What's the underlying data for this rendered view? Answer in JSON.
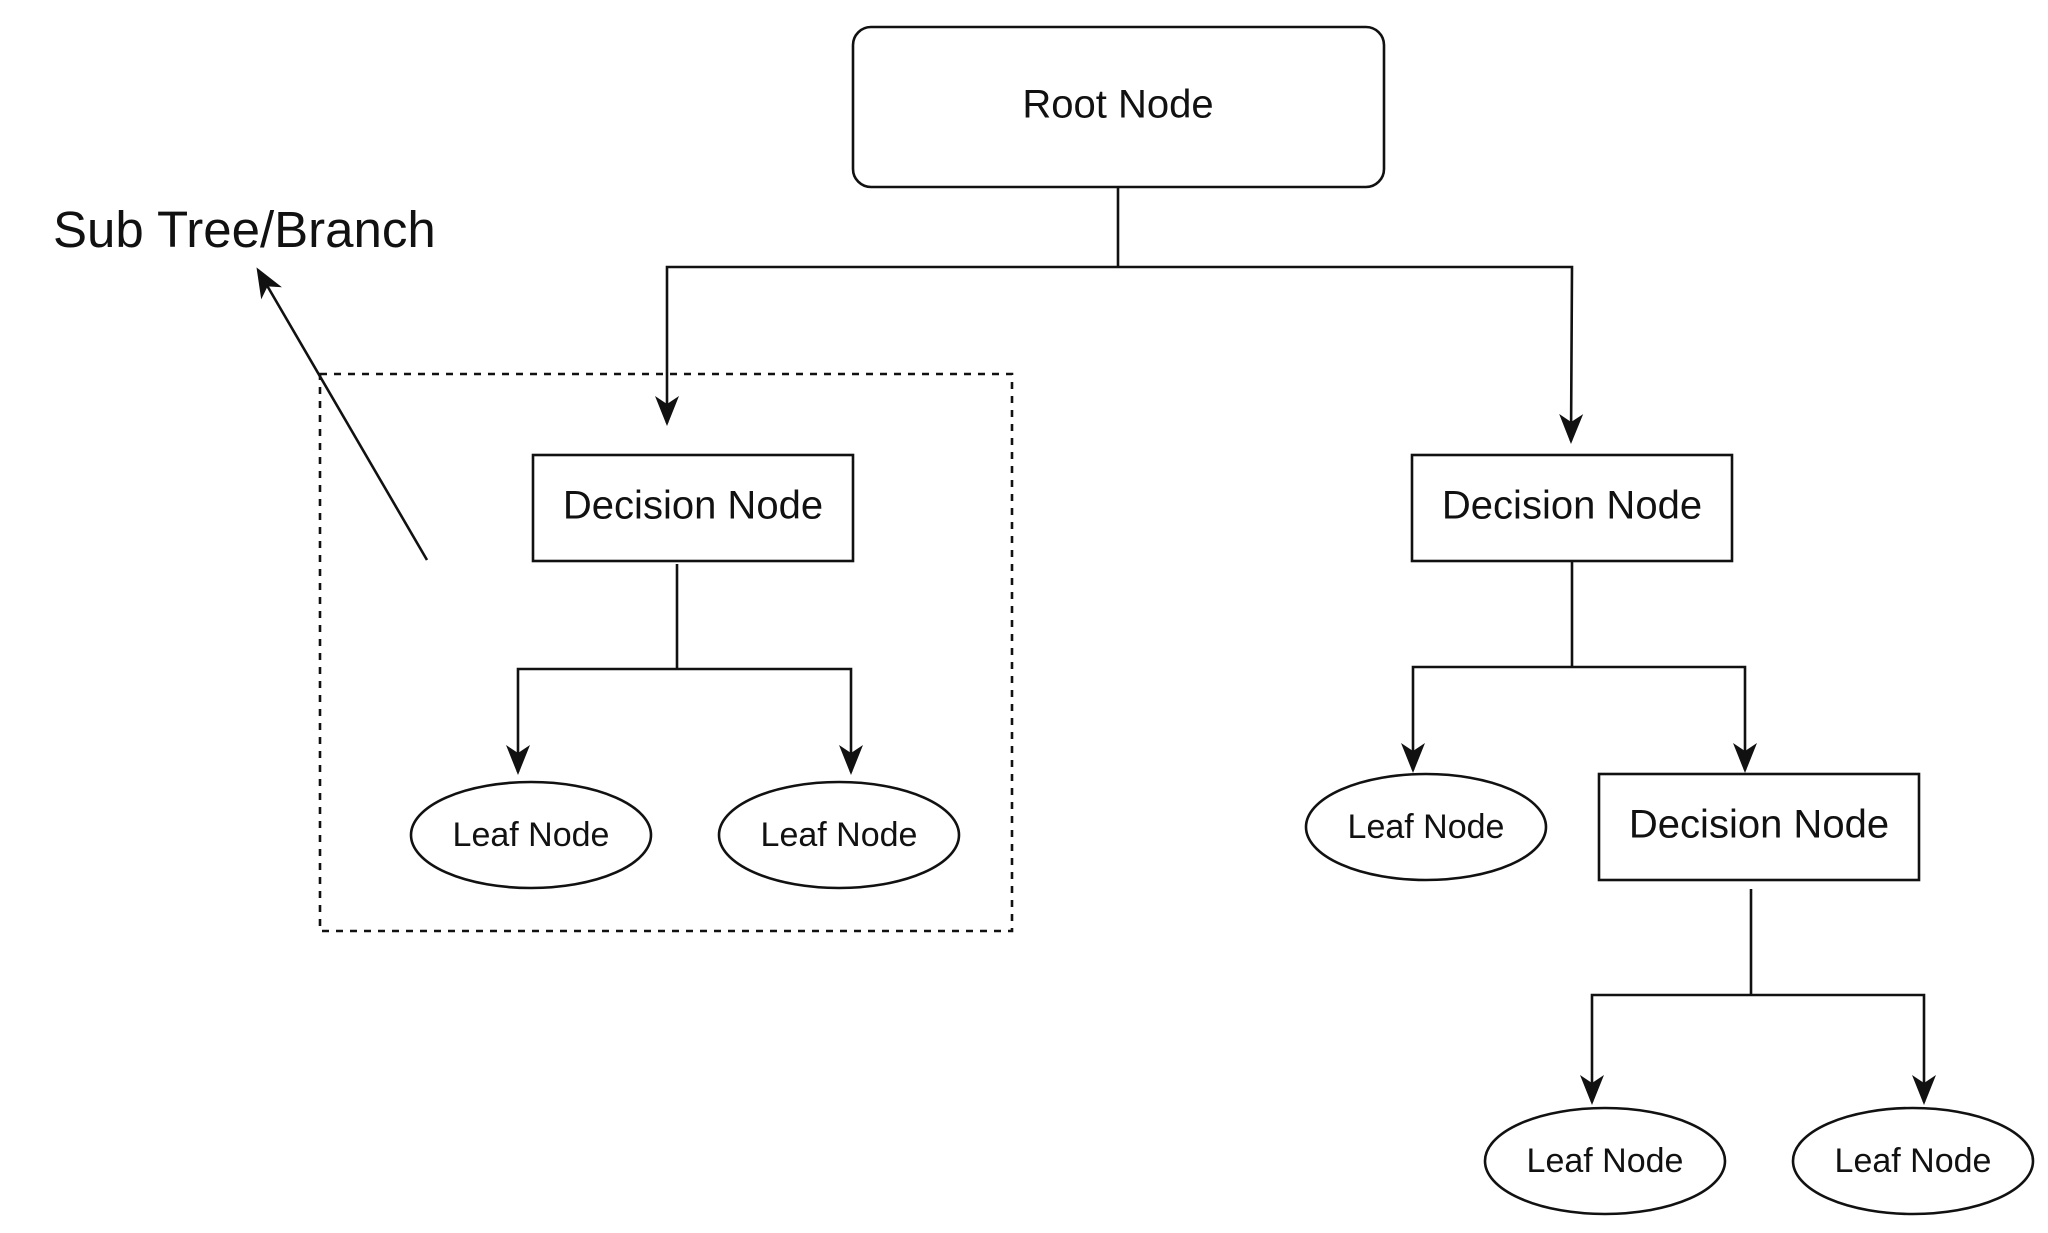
{
  "diagram": {
    "root": {
      "label": "Root Node"
    },
    "left_decision": {
      "label": "Decision Node"
    },
    "left_leaf_1": {
      "label": "Leaf Node"
    },
    "left_leaf_2": {
      "label": "Leaf Node"
    },
    "right_decision": {
      "label": "Decision Node"
    },
    "right_leaf": {
      "label": "Leaf Node"
    },
    "right_sub_decision": {
      "label": "Decision Node"
    },
    "right_sub_leaf_1": {
      "label": "Leaf Node"
    },
    "right_sub_leaf_2": {
      "label": "Leaf Node"
    },
    "subtree_caption": "Sub Tree/Branch",
    "stroke_color": "#111111",
    "background_color": "#ffffff"
  }
}
